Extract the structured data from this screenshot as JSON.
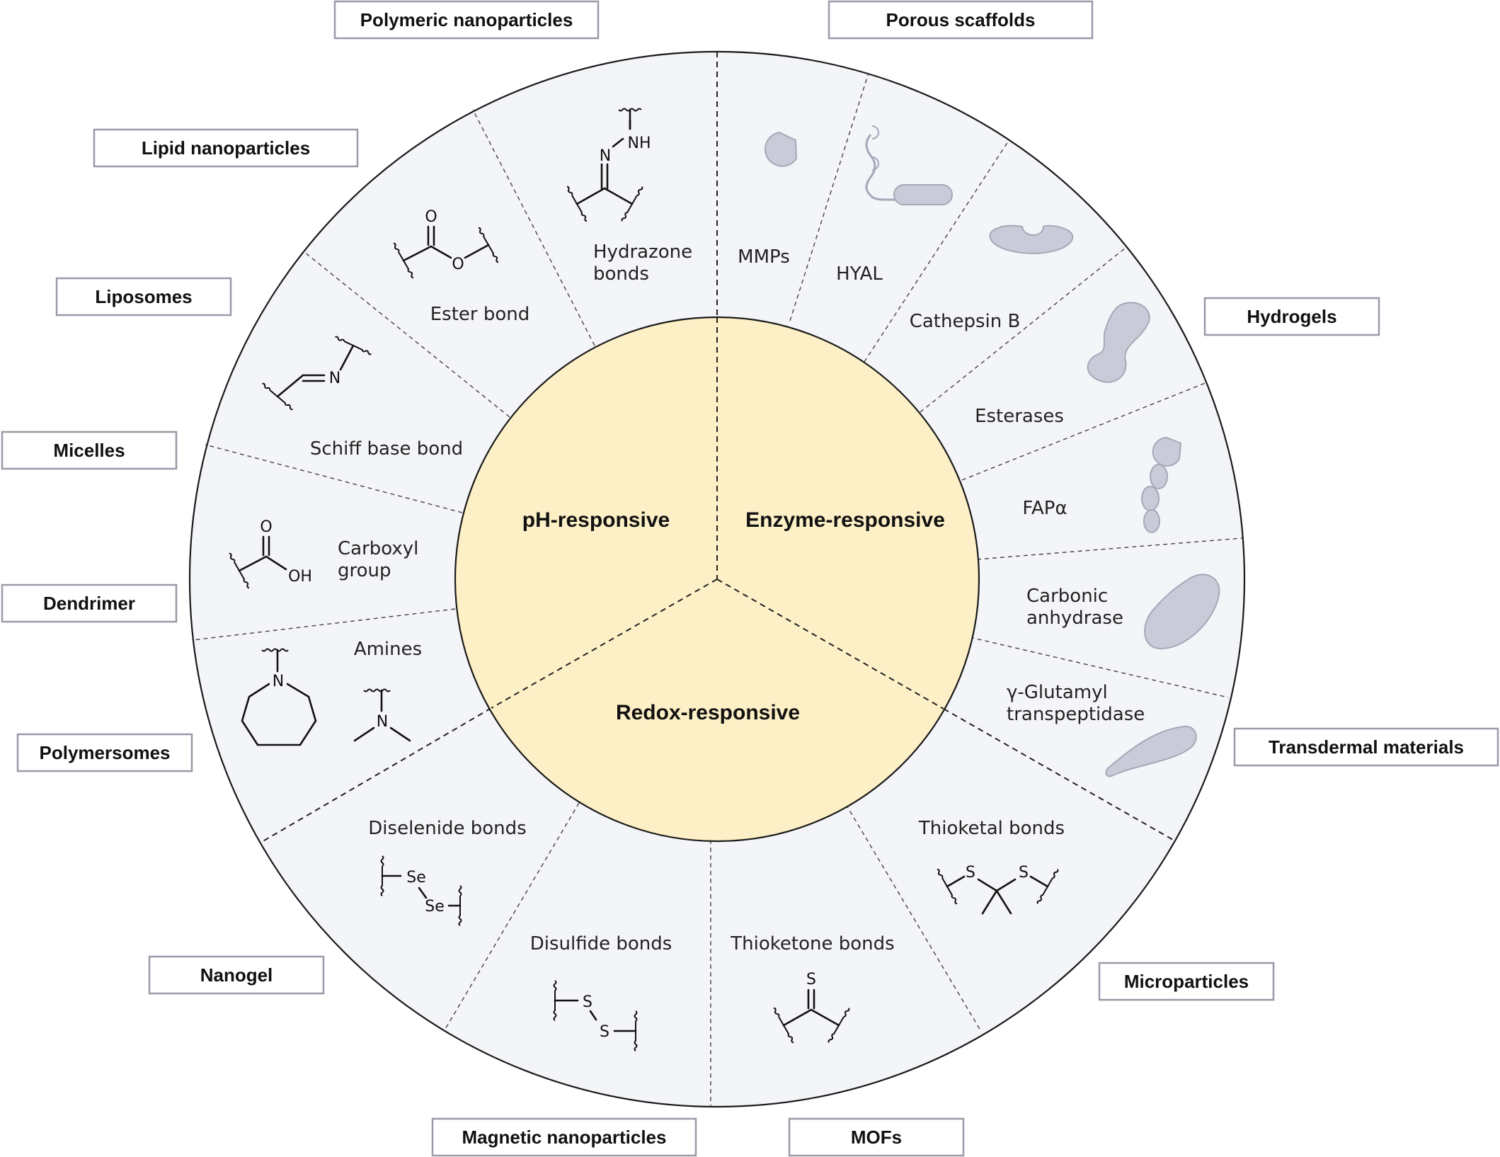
{
  "categories": {
    "ph": "pH-responsive",
    "enzyme": "Enzyme-responsive",
    "redox": "Redox-responsive"
  },
  "segments": {
    "hydrazone": [
      "Hydrazone",
      "bonds"
    ],
    "ester": "Ester bond",
    "schiff": "Schiff base bond",
    "carboxyl": [
      "Carboxyl",
      "group"
    ],
    "amines": "Amines",
    "mmps": "MMPs",
    "hyal": "HYAL",
    "cathepsin": "Cathepsin B",
    "esterases": "Esterases",
    "fap": "FAPα",
    "carbonic": [
      "Carbonic",
      "anhydrase"
    ],
    "ggt": [
      "γ-Glutamyl",
      "transpeptidase"
    ],
    "thioketal": "Thioketal bonds",
    "thioketone": "Thioketone bonds",
    "disulfide": "Disulfide bonds",
    "diselenide": "Diselenide bonds"
  },
  "atoms": {
    "O": "O",
    "OH": "OH",
    "N": "N",
    "NH": "NH",
    "S": "S",
    "Se": "Se"
  },
  "materials": {
    "polymeric_nanoparticles": "Polymeric nanoparticles",
    "porous_scaffolds": "Porous scaffolds",
    "lipid_nanoparticles": "Lipid nanoparticles",
    "liposomes": "Liposomes",
    "hydrogels": "Hydrogels",
    "micelles": "Micelles",
    "dendrimer": "Dendrimer",
    "polymersomes": "Polymersomes",
    "transdermal_materials": "Transdermal materials",
    "nanogel": "Nanogel",
    "microparticles": "Microparticles",
    "magnetic_nanoparticles": "Magnetic nanoparticles",
    "mofs": "MOFs"
  },
  "colors": {
    "outer_ring": "#f4f5f8",
    "inner_circle": "#fdf0c6",
    "enzyme_glyph": "#c9ccd8",
    "box_border": "#9a9aa8"
  },
  "icons": [
    "enzyme-blob-icon"
  ]
}
